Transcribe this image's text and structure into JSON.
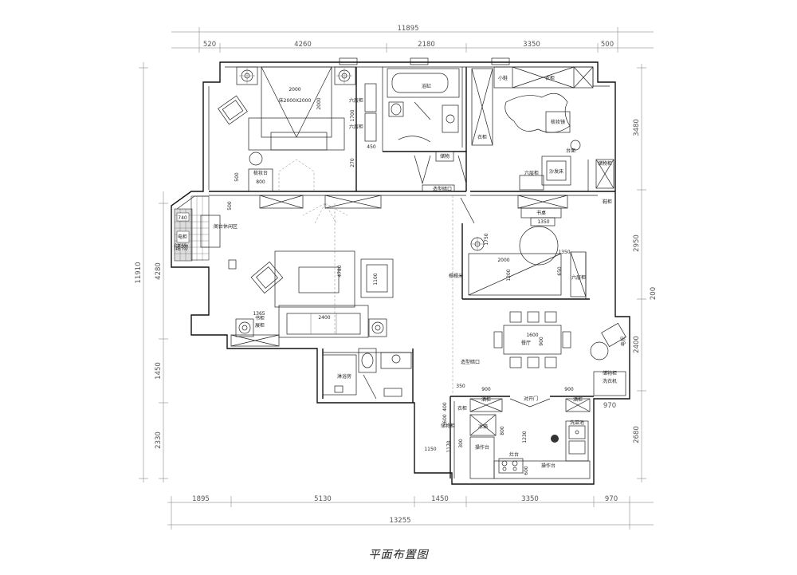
{
  "title": "平面布置图",
  "top_dims": {
    "total": "11895",
    "segments": [
      "520",
      "4260",
      "2180",
      "3350",
      "500"
    ]
  },
  "bottom_dims": {
    "total": "13255",
    "segments": [
      "1895",
      "5130",
      "1450",
      "3350",
      "970"
    ]
  },
  "left_dims": {
    "total": "11910",
    "segments": [
      "4280",
      "1450",
      "2330"
    ]
  },
  "right_dims": {
    "segments": [
      "3480",
      "2950",
      "2400",
      "2680"
    ],
    "extra": [
      "200",
      "970"
    ]
  },
  "inner_dims": [
    "2000",
    "2000",
    "1700",
    "450",
    "270",
    "500",
    "800",
    "740",
    "500",
    "4780",
    "1100",
    "1365",
    "2400",
    "1350",
    "1750",
    "2000",
    "1200",
    "1350",
    "650",
    "1600",
    "900",
    "350",
    "900",
    "900",
    "400",
    "600",
    "1170",
    "1230",
    "800",
    "300",
    "600",
    "1150"
  ],
  "rooms": {
    "master_bed": "床2000X2000",
    "vanity": "梳妆台",
    "bay_seat": "阁台休闲区",
    "closet1": "六层柜",
    "closet2": "六层柜",
    "bath": "浴缸",
    "shoe": "小鞋",
    "wardrobe_a": "衣柜",
    "wardrobe_b": "衣柜",
    "mirror": "梳妆镜",
    "closet3": "六层柜",
    "sofa_bed": "沙发床",
    "storage": "储物柜",
    "storage2": "储物",
    "niche": "造型暗口",
    "desk": "书桌",
    "tatami": "榻榻米",
    "closet4": "六层柜",
    "bookshelf1": "书柜",
    "bookshelf2": "展柜",
    "shower": "淋浴房",
    "niche2": "造型暗口",
    "dining": "餐厅",
    "fridge_cab": "储物柜",
    "washer": "洗衣机",
    "sliding_door": "对开门",
    "wine": "酒柜",
    "wine2": "酒柜",
    "sink": "洗菜池",
    "counter1": "操作台",
    "counter2": "操作台",
    "stove": "灶台",
    "fridge": "冰箱",
    "tall_cab": "储物柜",
    "misc1": "电柜",
    "misc2": "台面",
    "misc3": "鞋柜",
    "misc4": "电视",
    "misc5": "衣柜"
  }
}
